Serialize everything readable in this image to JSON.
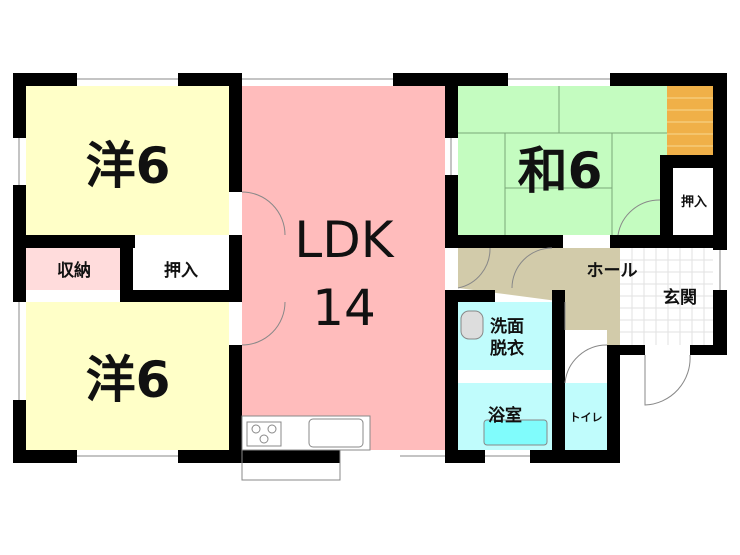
{
  "floorplan": {
    "rooms": {
      "western_upper": {
        "label": "洋6",
        "color": "#ffffc8"
      },
      "western_lower": {
        "label": "洋6",
        "color": "#ffffc8"
      },
      "ldk": {
        "label_line1": "LDK",
        "label_line2": "14",
        "color": "#ffbcbc"
      },
      "japanese": {
        "label": "和6",
        "color": "#c4fcc0"
      },
      "storage": {
        "label": "収納",
        "color": "#ffdcdc"
      },
      "closet_west": {
        "label": "押入"
      },
      "closet_japanese": {
        "label": "押入"
      },
      "alcove": {
        "color": "#f0b048"
      },
      "hall": {
        "label": "ホール",
        "color": "#d2cbaa"
      },
      "entrance": {
        "label": "玄関"
      },
      "washroom": {
        "label_line1": "洗面",
        "label_line2": "脱衣",
        "color": "#c0fcfc"
      },
      "bathroom": {
        "label": "浴室",
        "color": "#c0fcfc"
      },
      "toilet": {
        "label": "トイレ",
        "color": "#c0fcfc"
      }
    }
  }
}
